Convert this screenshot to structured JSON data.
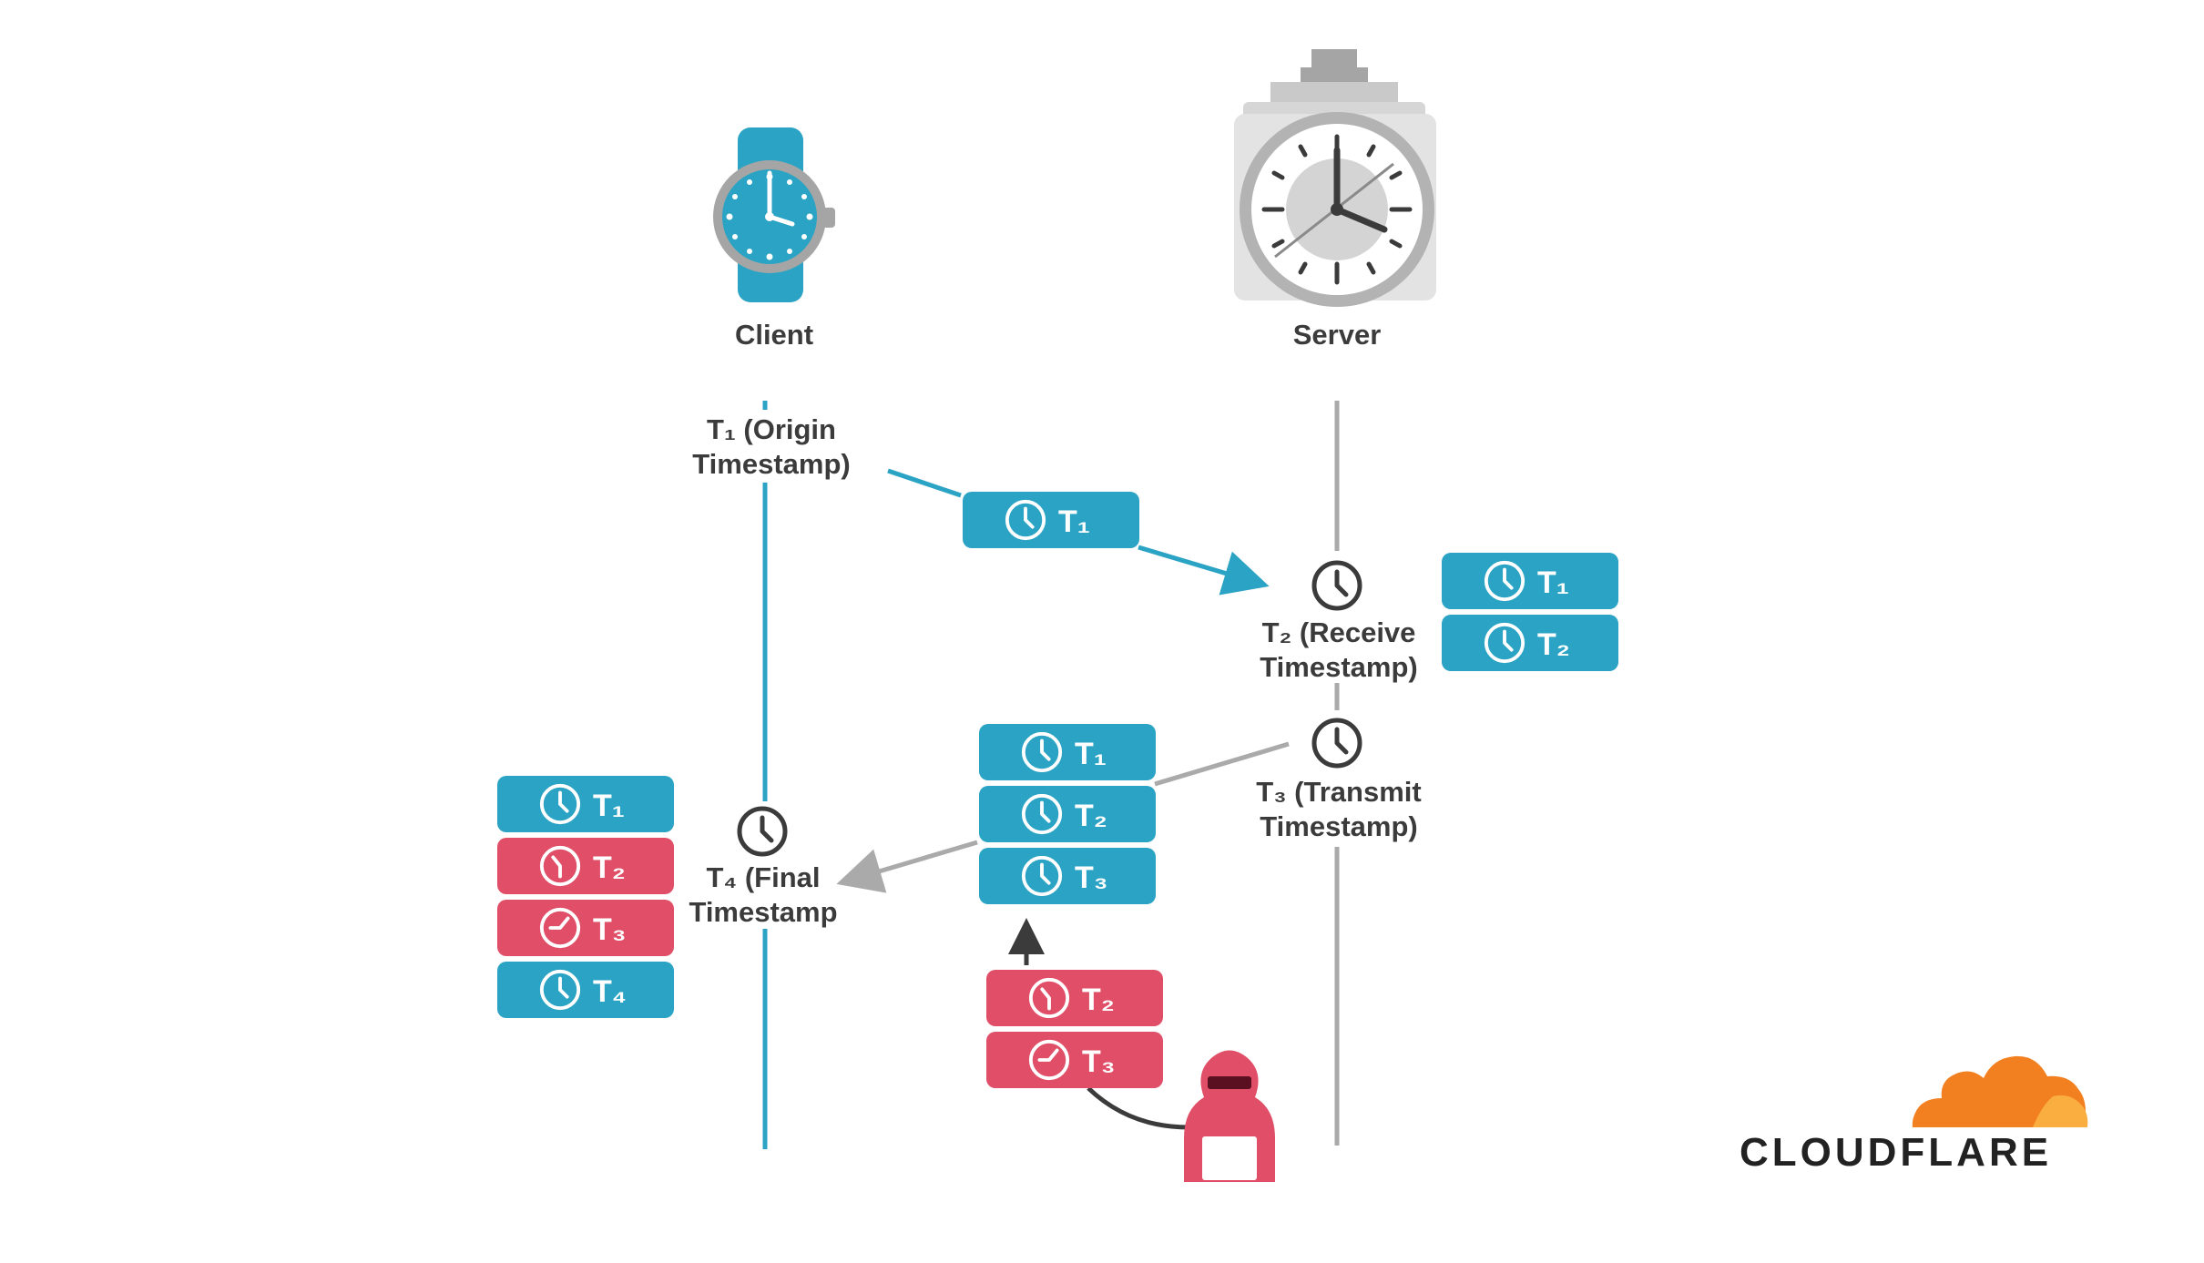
{
  "labels": {
    "client": "Client",
    "server": "Server",
    "t1_line1": "T₁ (Origin",
    "t1_line2": "Timestamp)",
    "t2_line1": "T₂ (Receive",
    "t2_line2": "Timestamp)",
    "t3_line1": "T₃ (Transmit",
    "t3_line2": "Timestamp)",
    "t4_line1": "T₄ (Final",
    "t4_line2": "Timestamp"
  },
  "packets": {
    "t1": "T₁",
    "t2": "T₂",
    "t3": "T₃",
    "t4": "T₄"
  },
  "colors": {
    "legit": "#2ba3c4",
    "spoofed": "#e04e67",
    "server_line": "#aaaaaa",
    "brand_orange": "#f38020",
    "brand_yellow": "#faae40"
  },
  "icons": {
    "client": "wristwatch-icon",
    "server": "wall-clock-icon",
    "timestamp": "clock-icon",
    "attacker": "hooded-attacker-icon"
  },
  "brand": {
    "name": "CLOUDFLARE"
  }
}
